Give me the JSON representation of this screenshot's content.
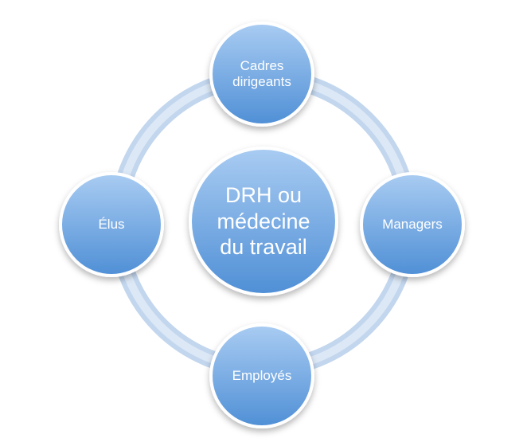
{
  "diagram": {
    "center": {
      "label": "DRH ou\nmédecine\ndu travail"
    },
    "nodes": [
      {
        "id": "top",
        "label": "Cadres\ndirigeants"
      },
      {
        "id": "right",
        "label": "Managers"
      },
      {
        "id": "bottom",
        "label": "Employés"
      },
      {
        "id": "left",
        "label": "Élus"
      }
    ]
  },
  "colors": {
    "node_light": "#a9ccf2",
    "node_dark": "#4f8fd6",
    "ring_outer": "#c2d6ee",
    "ring_inner": "#dce8f6"
  }
}
